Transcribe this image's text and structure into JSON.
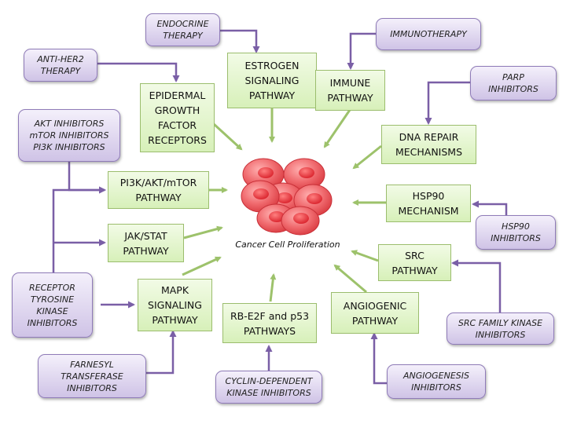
{
  "center": {
    "label": "Cancer Cell Proliferation"
  },
  "pathways": {
    "estrogen": "ESTROGEN\nSIGNALING\nPATHWAY",
    "immune": "IMMUNE\nPATHWAY",
    "egfr": "EPIDERMAL\nGROWTH\nFACTOR\nRECEPTORS",
    "dna_repair": "DNA REPAIR\nMECHANISMS",
    "pi3k": "PI3K/AKT/mTOR\nPATHWAY",
    "hsp90": "HSP90\nMECHANISM",
    "jak_stat": "JAK/STAT\nPATHWAY",
    "src": "SRC\nPATHWAY",
    "mapk": "MAPK\nSIGNALING\nPATHWAY",
    "rb_e2f": "RB-E2F and p53\nPATHWAYS",
    "angiogenic": "ANGIOGENIC\nPATHWAY"
  },
  "inhibitors": {
    "endocrine": "ENDOCRINE\nTHERAPY",
    "immunotherapy": "IMMUNOTHERAPY",
    "anti_her2": "ANTI-HER2\nTHERAPY",
    "parp": "PARP\nINHIBITORS",
    "akt_mtor_pi3k": "AKT INHIBITORS\nmTOR INHIBITORS\nPI3K INHIBITORS",
    "hsp90": "HSP90\nINHIBITORS",
    "rtk": "RECEPTOR\nTYROSINE\nKINASE\nINHIBITORS",
    "src_family": "SRC FAMILY KINASE\nINHIBITORS",
    "farnesyl": "FARNESYL\nTRANSFERASE\nINHIBITORS",
    "cdk": "CYCLIN-DEPENDENT\nKINASE INHIBITORS",
    "angiogenesis": "ANGIOGENESIS\nINHIBITORS"
  },
  "colors": {
    "green_arrow": "#9dc26b",
    "purple_arrow": "#7a5fa6",
    "cell_fill": "#e8434a",
    "nucleus_fill": "#e02a34"
  }
}
